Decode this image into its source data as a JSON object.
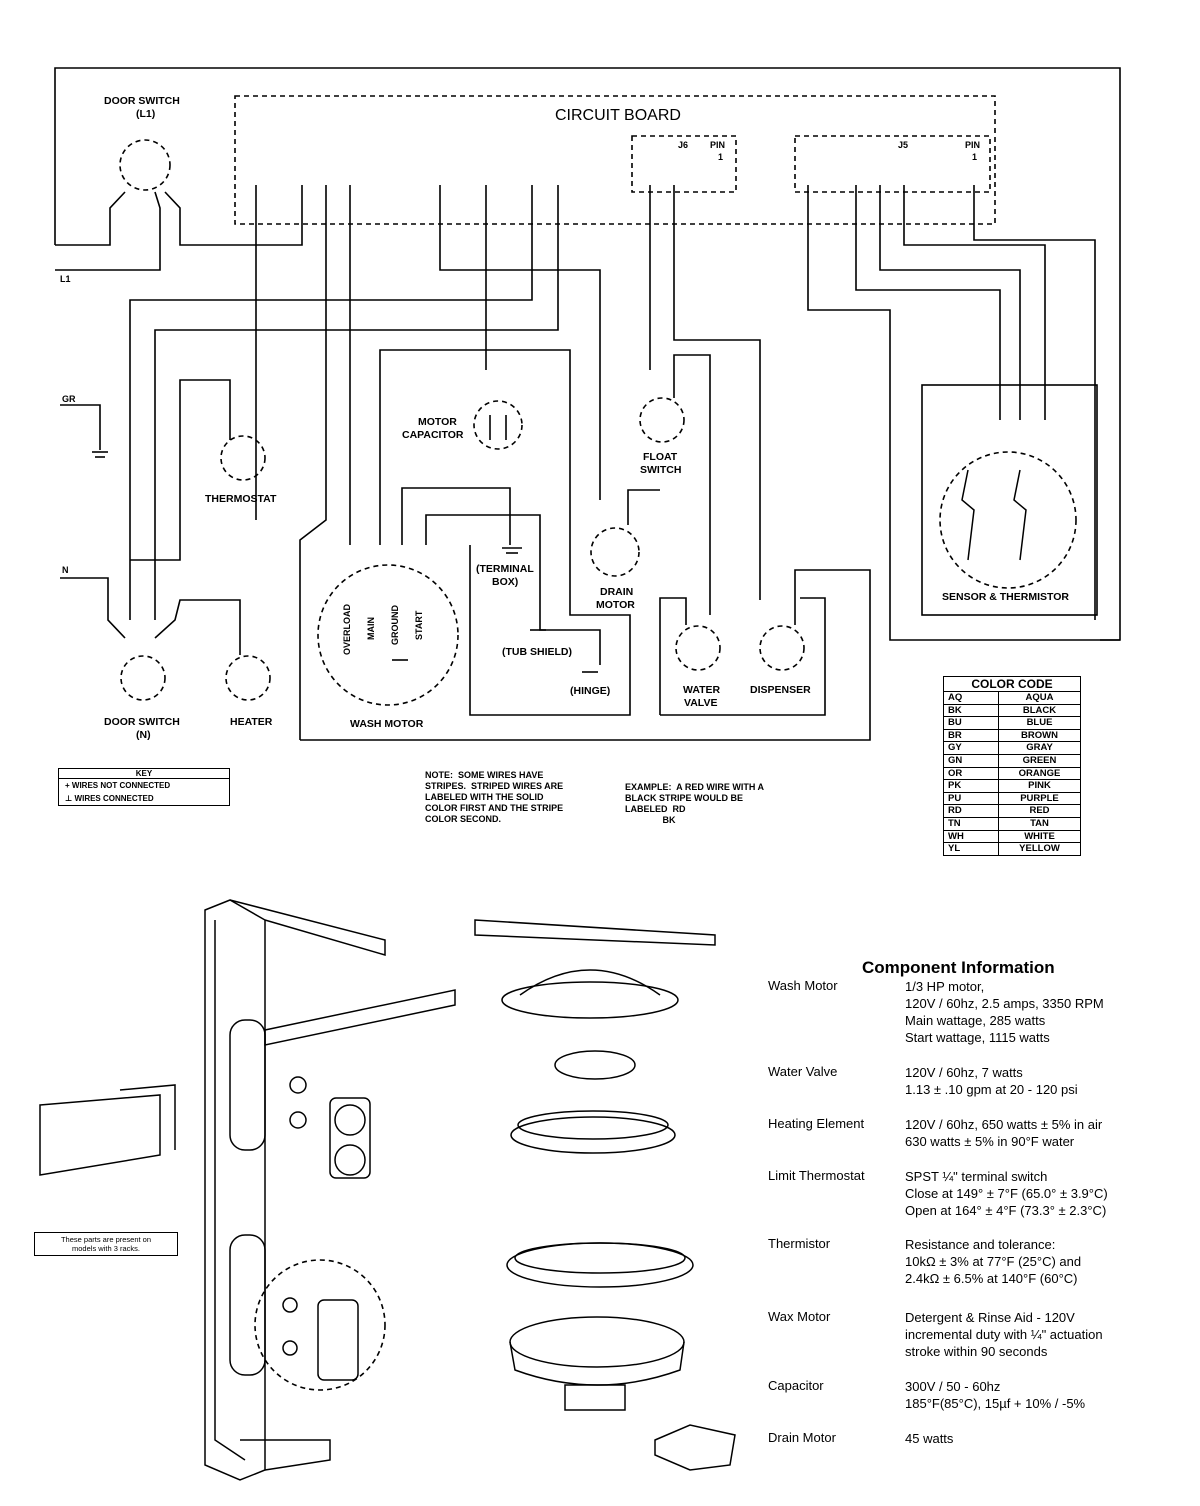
{
  "schematic": {
    "title": "CIRCUIT BOARD",
    "connectors": {
      "j6": "J6",
      "j5": "J5",
      "pin": "PIN",
      "pin_number": "1"
    },
    "line_labels": {
      "l1": "L1",
      "n": "N",
      "gr": "GR"
    },
    "components": {
      "door_switch_l1": "DOOR SWITCH",
      "door_switch_l1_sub": "(L1)",
      "thermostat": "THERMOSTAT",
      "motor_capacitor_1": "MOTOR",
      "motor_capacitor_2": "CAPACITOR",
      "float_switch_1": "FLOAT",
      "float_switch_2": "SWITCH",
      "sensor_thermistor": "SENSOR & THERMISTOR",
      "drain_motor_1": "DRAIN",
      "drain_motor_2": "MOTOR",
      "water_valve_1": "WATER",
      "water_valve_2": "VALVE",
      "dispenser": "DISPENSER",
      "wash_motor": "WASH MOTOR",
      "door_switch_n": "DOOR SWITCH",
      "door_switch_n_sub": "(N)",
      "heater": "HEATER",
      "terminal_box_1": "(TERMINAL",
      "terminal_box_2": "BOX)",
      "tub_shield": "(TUB SHIELD)",
      "hinge": "(HINGE)",
      "overload": "OVERLOAD",
      "main": "MAIN",
      "ground": "GROUND",
      "start": "START"
    }
  },
  "key": {
    "title": "KEY",
    "not_connected": "WIRES NOT CONNECTED",
    "connected": "WIRES CONNECTED"
  },
  "notes": {
    "stripes": "NOTE:  SOME WIRES HAVE\nSTRIPES.  STRIPED WIRES ARE\nLABELED WITH THE SOLID\nCOLOR FIRST AND THE STRIPE\nCOLOR SECOND.",
    "example": "EXAMPLE:  A RED WIRE WITH A\nBLACK STRIPE WOULD BE\nLABELED  RD\n               BK"
  },
  "color_code": {
    "title": "COLOR CODE",
    "rows": [
      {
        "abbr": "AQ",
        "name": "AQUA"
      },
      {
        "abbr": "BK",
        "name": "BLACK"
      },
      {
        "abbr": "BU",
        "name": "BLUE"
      },
      {
        "abbr": "BR",
        "name": "BROWN"
      },
      {
        "abbr": "GY",
        "name": "GRAY"
      },
      {
        "abbr": "GN",
        "name": "GREEN"
      },
      {
        "abbr": "OR",
        "name": "ORANGE"
      },
      {
        "abbr": "PK",
        "name": "PINK"
      },
      {
        "abbr": "PU",
        "name": "PURPLE"
      },
      {
        "abbr": "RD",
        "name": "RED"
      },
      {
        "abbr": "TN",
        "name": "TAN"
      },
      {
        "abbr": "WH",
        "name": "WHITE"
      },
      {
        "abbr": "YL",
        "name": "YELLOW"
      }
    ]
  },
  "component_info": {
    "title": "Component Information",
    "items": [
      {
        "name": "Wash Motor",
        "lines": [
          "1/3 HP motor,",
          "120V / 60hz, 2.5 amps, 3350 RPM",
          "Main wattage, 285 watts",
          "Start wattage, 1115 watts"
        ]
      },
      {
        "name": "Water Valve",
        "lines": [
          "120V / 60hz, 7 watts",
          "1.13 ± .10 gpm at 20 - 120 psi"
        ]
      },
      {
        "name": "Heating Element",
        "lines": [
          "120V / 60hz, 650 watts ± 5% in air",
          "630 watts ± 5% in 90°F water"
        ]
      },
      {
        "name": "Limit Thermostat",
        "lines": [
          "SPST ¼\" terminal switch",
          "Close at 149° ± 7°F (65.0° ± 3.9°C)",
          "Open at 164° ± 4°F (73.3° ± 2.3°C)"
        ]
      },
      {
        "name": "Thermistor",
        "lines": [
          "Resistance and tolerance:",
          "10kΩ ± 3% at 77°F (25°C) and",
          "2.4kΩ ± 6.5% at 140°F (60°C)"
        ]
      },
      {
        "name": "Wax Motor",
        "lines": [
          "Detergent & Rinse Aid - 120V",
          "   incremental duty with ¼\" actuation",
          "   stroke within 90 seconds"
        ]
      },
      {
        "name": "Capacitor",
        "lines": [
          "300V / 50 - 60hz",
          "185°F(85°C), 15µf + 10% / -5%"
        ]
      },
      {
        "name": "Drain Motor",
        "lines": [
          "45 watts"
        ]
      }
    ]
  },
  "callout": {
    "text_1": "These parts are present on",
    "text_2": "models with 3 racks."
  }
}
